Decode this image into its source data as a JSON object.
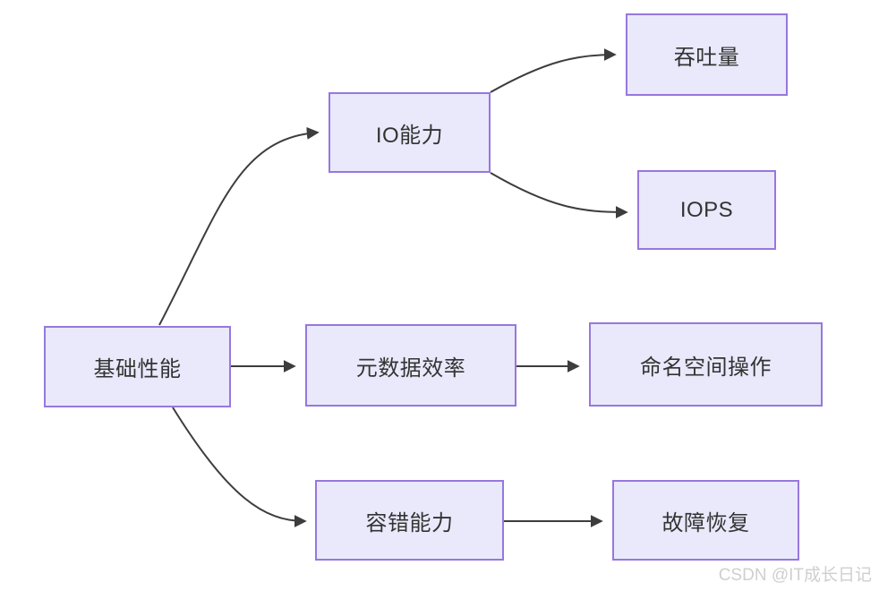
{
  "diagram": {
    "background_color": "#ffffff",
    "node_fill_color": "#e9e9fb",
    "node_border_color": "#9777de",
    "node_text_color": "#333333",
    "arrow_color": "#3d3d3d",
    "nodes": {
      "root": {
        "label": "基础性能"
      },
      "io": {
        "label": "IO能力"
      },
      "throughput": {
        "label": "吞吐量"
      },
      "iops": {
        "label": "IOPS"
      },
      "metadata": {
        "label": "元数据效率"
      },
      "namespace": {
        "label": "命名空间操作"
      },
      "fault": {
        "label": "容错能力"
      },
      "recovery": {
        "label": "故障恢复"
      }
    },
    "edges": [
      {
        "from": "基础性能",
        "to": "IO能力"
      },
      {
        "from": "IO能力",
        "to": "吞吐量"
      },
      {
        "from": "IO能力",
        "to": "IOPS"
      },
      {
        "from": "基础性能",
        "to": "元数据效率"
      },
      {
        "from": "元数据效率",
        "to": "命名空间操作"
      },
      {
        "from": "基础性能",
        "to": "容错能力"
      },
      {
        "from": "容错能力",
        "to": "故障恢复"
      }
    ]
  },
  "watermark": {
    "text": "CSDN @IT成长日记"
  }
}
